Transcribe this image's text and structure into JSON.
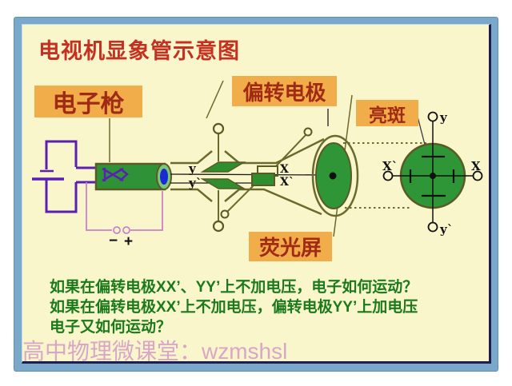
{
  "title": "电视机显象管示意图",
  "callouts": {
    "electron_gun": "电子枪",
    "deflection_electrode": "偏转电极",
    "bright_spot": "亮斑",
    "fluorescent_screen": "荧光屏"
  },
  "diagram": {
    "plate_labels": {
      "y_top": "y",
      "y_bottom": "y`",
      "x_front": "X",
      "x_back": "X`"
    },
    "screen_labels": {
      "top": "y",
      "bottom": "y`",
      "left": "X`",
      "right": "X"
    },
    "battery": {
      "minus": "−",
      "plus": "+"
    }
  },
  "questions": [
    "如果在偏转电极XX’、YY’上不加电压，电子如何运动？",
    "如果在偏转电极XX’上不加电压，偏转电极YY’上加电压",
    "电子又如何运动？"
  ],
  "watermark": "高中物理微课堂：wzmshsl",
  "colors": {
    "slide_background": "#faf6cc",
    "frame_blue": "#79a8cb",
    "callout_background": "#f2ad4b",
    "title_red": "#c53020",
    "callout_text_red": "#a02a14",
    "question_green": "#1b7a1b",
    "diagram_green": "#2f9637",
    "circuit_purple": "#5a1fb3",
    "wire_pink": "#c982c9",
    "watermark_pink": "#daa6c8",
    "outline_olive": "#6a6a2e"
  }
}
